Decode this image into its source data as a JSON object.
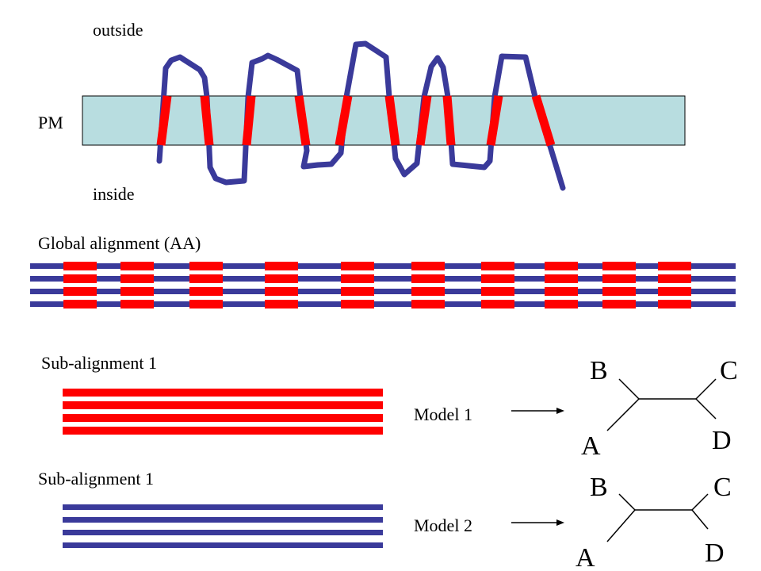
{
  "labels": {
    "outside": "outside",
    "pm": "PM",
    "inside": "inside",
    "global_alignment": "Global alignment  (AA)",
    "sub_alignment_a": "Sub-alignment  1",
    "sub_alignment_b": "Sub-alignment  1",
    "model_1": "Model 1",
    "model_2": "Model 2"
  },
  "trees": [
    {
      "b": "B",
      "c": "C",
      "a": "A",
      "d": "D"
    },
    {
      "b": "B",
      "c": "C",
      "a": "A",
      "d": "D"
    }
  ],
  "colors": {
    "membrane_fill": "#b8dde0",
    "membrane_stroke": "#000000",
    "protein_chain": "#3a3a9a",
    "transmembrane_segment": "#ff0000",
    "alignment_line": "#3a3a9a",
    "alignment_block": "#ff0000"
  }
}
